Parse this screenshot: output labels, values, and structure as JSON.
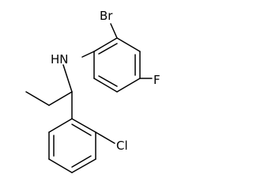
{
  "molecule": {
    "atoms": {
      "nh": "HN",
      "br": "Br",
      "f": "F",
      "cl": "Cl"
    },
    "colors": {
      "bond": "#000000",
      "label": "#000000",
      "background": "#ffffff"
    }
  }
}
